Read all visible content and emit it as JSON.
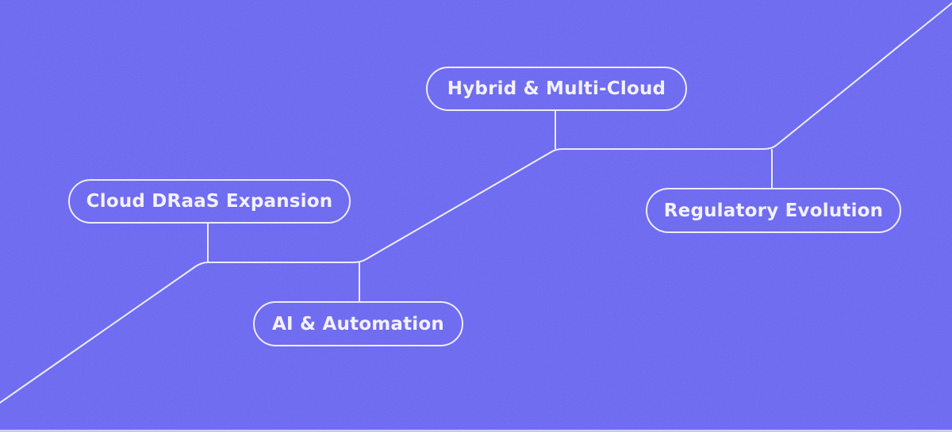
{
  "theme": {
    "background_color": "#6966F0",
    "line_color": "#EDEBFA",
    "text_color": "#F2F0FC"
  },
  "diagram": {
    "type": "roadmap-flow",
    "description_of_structure": "ascending stepped timeline from bottom-left to top-right with four branch nodes",
    "nodes": [
      {
        "id": "hybrid-and-multi-cloud",
        "label": "Hybrid & Multi-Cloud",
        "position": "top-center, above the line"
      },
      {
        "id": "cloud-draas-expansion",
        "label": "Cloud DRaaS Expansion",
        "position": "middle-left, above the line"
      },
      {
        "id": "regulatory-evolution",
        "label": "Regulatory Evolution",
        "position": "middle-right, below the line"
      },
      {
        "id": "ai-and-automation",
        "label": "AI & Automation",
        "position": "bottom-center, below the line"
      }
    ],
    "edges": [
      {
        "from": "main-route",
        "to": "cloud-draas-expansion",
        "connector": "vertical stub down from node to route"
      },
      {
        "from": "main-route",
        "to": "ai-and-automation",
        "connector": "vertical stub down from route to node"
      },
      {
        "from": "main-route",
        "to": "hybrid-and-multi-cloud",
        "connector": "vertical stub down from node to route"
      },
      {
        "from": "main-route",
        "to": "regulatory-evolution",
        "connector": "vertical stub down from route to node"
      }
    ]
  }
}
